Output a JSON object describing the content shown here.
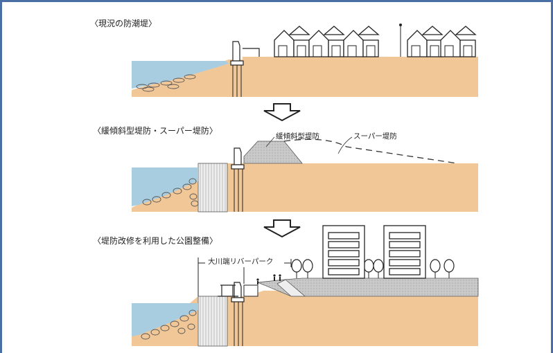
{
  "sections": [
    {
      "title": "〈現況の防潮堤〉"
    },
    {
      "title": "〈緩傾斜型堤防・スーパー堤防〉",
      "labels": {
        "gentle_slope": "緩傾斜型堤防",
        "super_levee": "スーパー堤防"
      }
    },
    {
      "title": "〈堤防改修を利用した公園整備〉",
      "labels": {
        "park": "大川端リバーパーク"
      }
    }
  ],
  "colors": {
    "frame": "#4a6fa5",
    "ground": "#f1c797",
    "water": "#a9cde0",
    "embankment": "#c9c9c9",
    "pile": "#e8e8e8"
  }
}
